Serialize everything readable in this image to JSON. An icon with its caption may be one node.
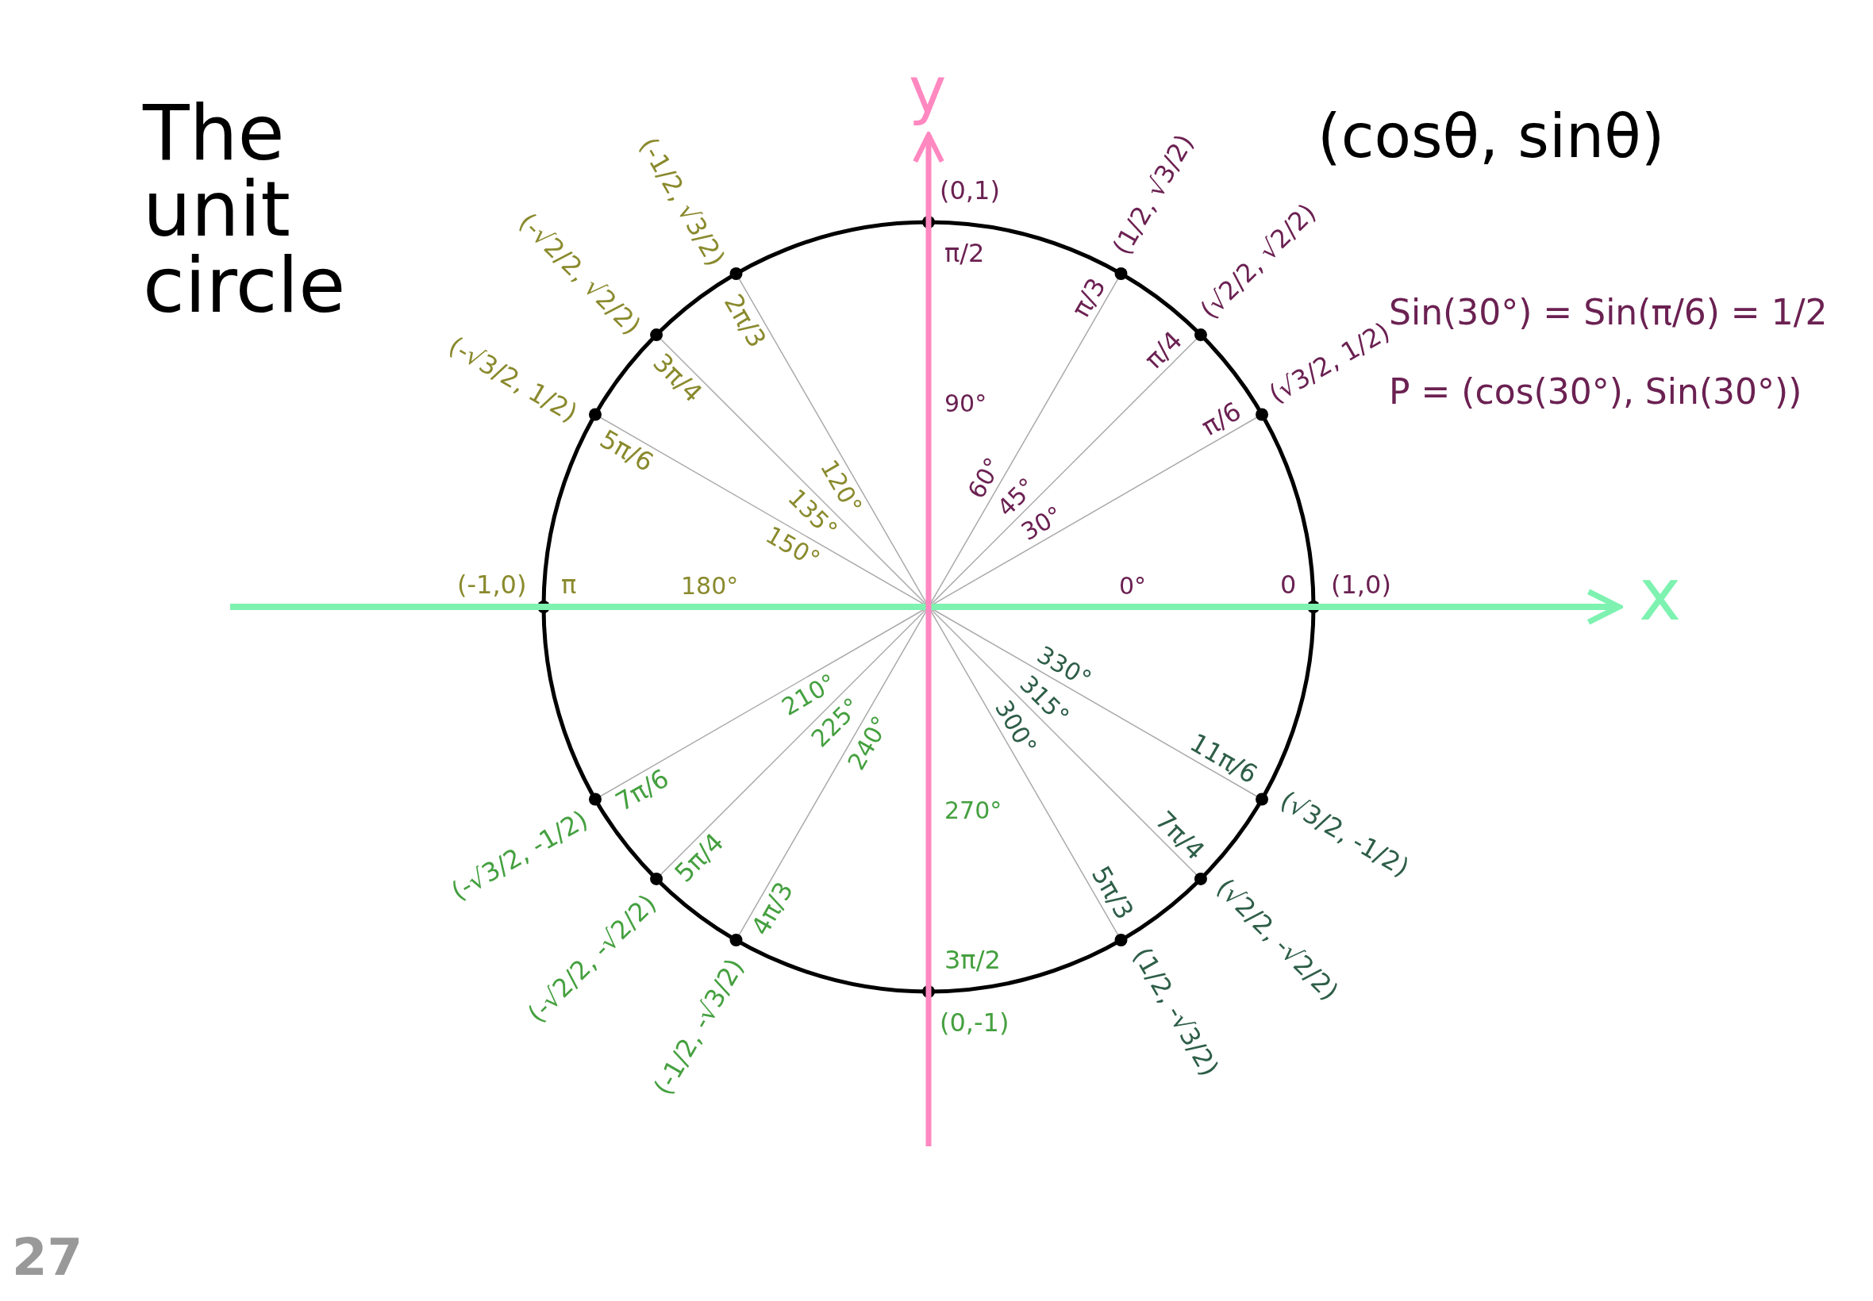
{
  "diagram": {
    "title": "The unit circle",
    "labels": [
      "y",
      "x",
      "(cosθ, sinθ)",
      "Sin(30°) = Sin(π/6) = 1/2",
      "P = (cos(30°), Sin(30°))",
      "(1,0)",
      "0",
      "0°",
      "(√3/2, 1/2)",
      "π/6",
      "30°",
      "(√2/2, √2/2)",
      "π/4",
      "45°",
      "(1/2, √3/2)",
      "π/3",
      "60°",
      "(0,1)",
      "π/2",
      "90°",
      "(-1/2, √3/2)",
      "2π/3",
      "120°",
      "(-√2/2, √2/2)",
      "3π/4",
      "135°",
      "(-√3/2, 1/2)",
      "5π/6",
      "150°",
      "(-1,0)",
      "π",
      "180°",
      "(-√3/2, -1/2)",
      "7π/6",
      "210°",
      "(-√2/2, -√2/2)",
      "5π/4",
      "225°",
      "(-1/2, -√3/2)",
      "4π/3",
      "240°",
      "(0,-1)",
      "3π/2",
      "270°",
      "(1/2, -√3/2)",
      "5π/3",
      "300°",
      "(√2/2, -√2/2)",
      "7π/4",
      "315°",
      "(√3/2, -1/2)",
      "11π/6",
      "330°",
      "27"
    ]
  }
}
